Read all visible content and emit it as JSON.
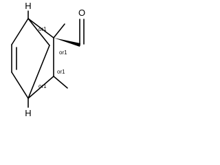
{
  "molecule": {
    "atoms": {
      "h_top": "H",
      "h_bottom": "H",
      "oxygen": "O"
    },
    "stereo_labels": {
      "top_bridgehead": "or1",
      "quaternary_carbon": "or1",
      "methyl_carbon": "or1",
      "bottom_bridgehead": "or1"
    }
  }
}
